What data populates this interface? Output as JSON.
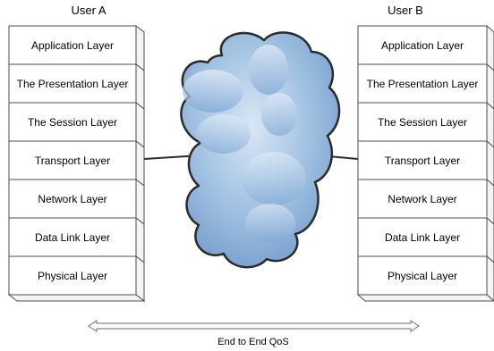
{
  "user_a": {
    "title": "User A",
    "layers": [
      "Application Layer",
      "The Presentation Layer",
      "The Session Layer",
      "Transport Layer",
      "Network Layer",
      "Data Link Layer",
      "Physical Layer"
    ]
  },
  "user_b": {
    "title": "User B",
    "layers": [
      "Application Layer",
      "The Presentation Layer",
      "The Session Layer",
      "Transport Layer",
      "Network Layer",
      "Data Link Layer",
      "Physical Layer"
    ]
  },
  "network": {
    "icon": "cloud-icon",
    "color": "#9dbfe0"
  },
  "qos": {
    "label": "End to End QoS"
  }
}
